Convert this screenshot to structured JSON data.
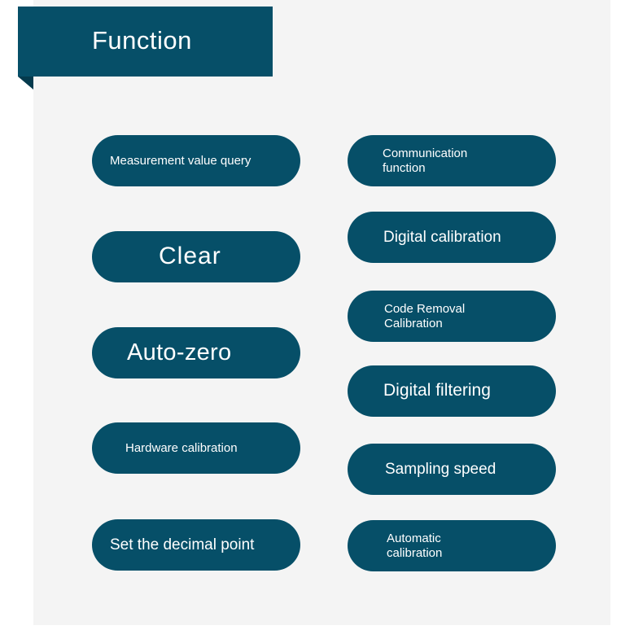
{
  "header": {
    "title": "Function"
  },
  "functions": {
    "left": [
      "Measurement value query",
      "Clear",
      "Auto-zero",
      "Hardware calibration",
      "Set the decimal point"
    ],
    "right": [
      "Communication\nfunction",
      "Digital calibration",
      "Code Removal\nCalibration",
      "Digital filtering",
      "Sampling speed",
      "Automatic\ncalibration"
    ]
  },
  "colors": {
    "accent": "#064f68",
    "panel_background": "#f4f4f4",
    "text": "#ffffff"
  }
}
